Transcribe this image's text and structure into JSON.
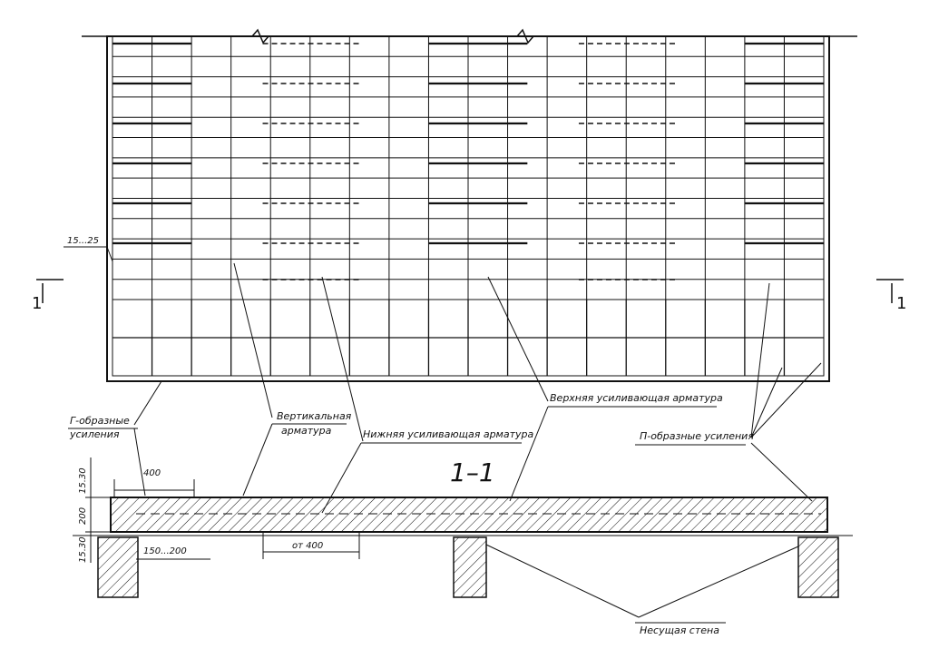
{
  "labels": {
    "dim_15_25": "15...25",
    "section_left": "1",
    "section_right": "1",
    "g_shaped_1": "Г-образные",
    "g_shaped_2": "усиления",
    "vertical_1": "Вертикальная",
    "vertical_2": "арматура",
    "lower_reinf": "Нижняя усиливающая арматура",
    "upper_reinf": "Верхняя усиливающая арматура",
    "p_shaped": "П-образные усиления",
    "section_title": "1–1",
    "dim_400": "400",
    "dim_15_30_top": "15.30",
    "dim_200": "200",
    "dim_15_30_bot": "15.30",
    "dim_150_200": "150...200",
    "dim_from_400": "от 400",
    "bearing_wall": "Несущая стена"
  },
  "colors": {
    "line": "#111111",
    "background": "#ffffff"
  }
}
